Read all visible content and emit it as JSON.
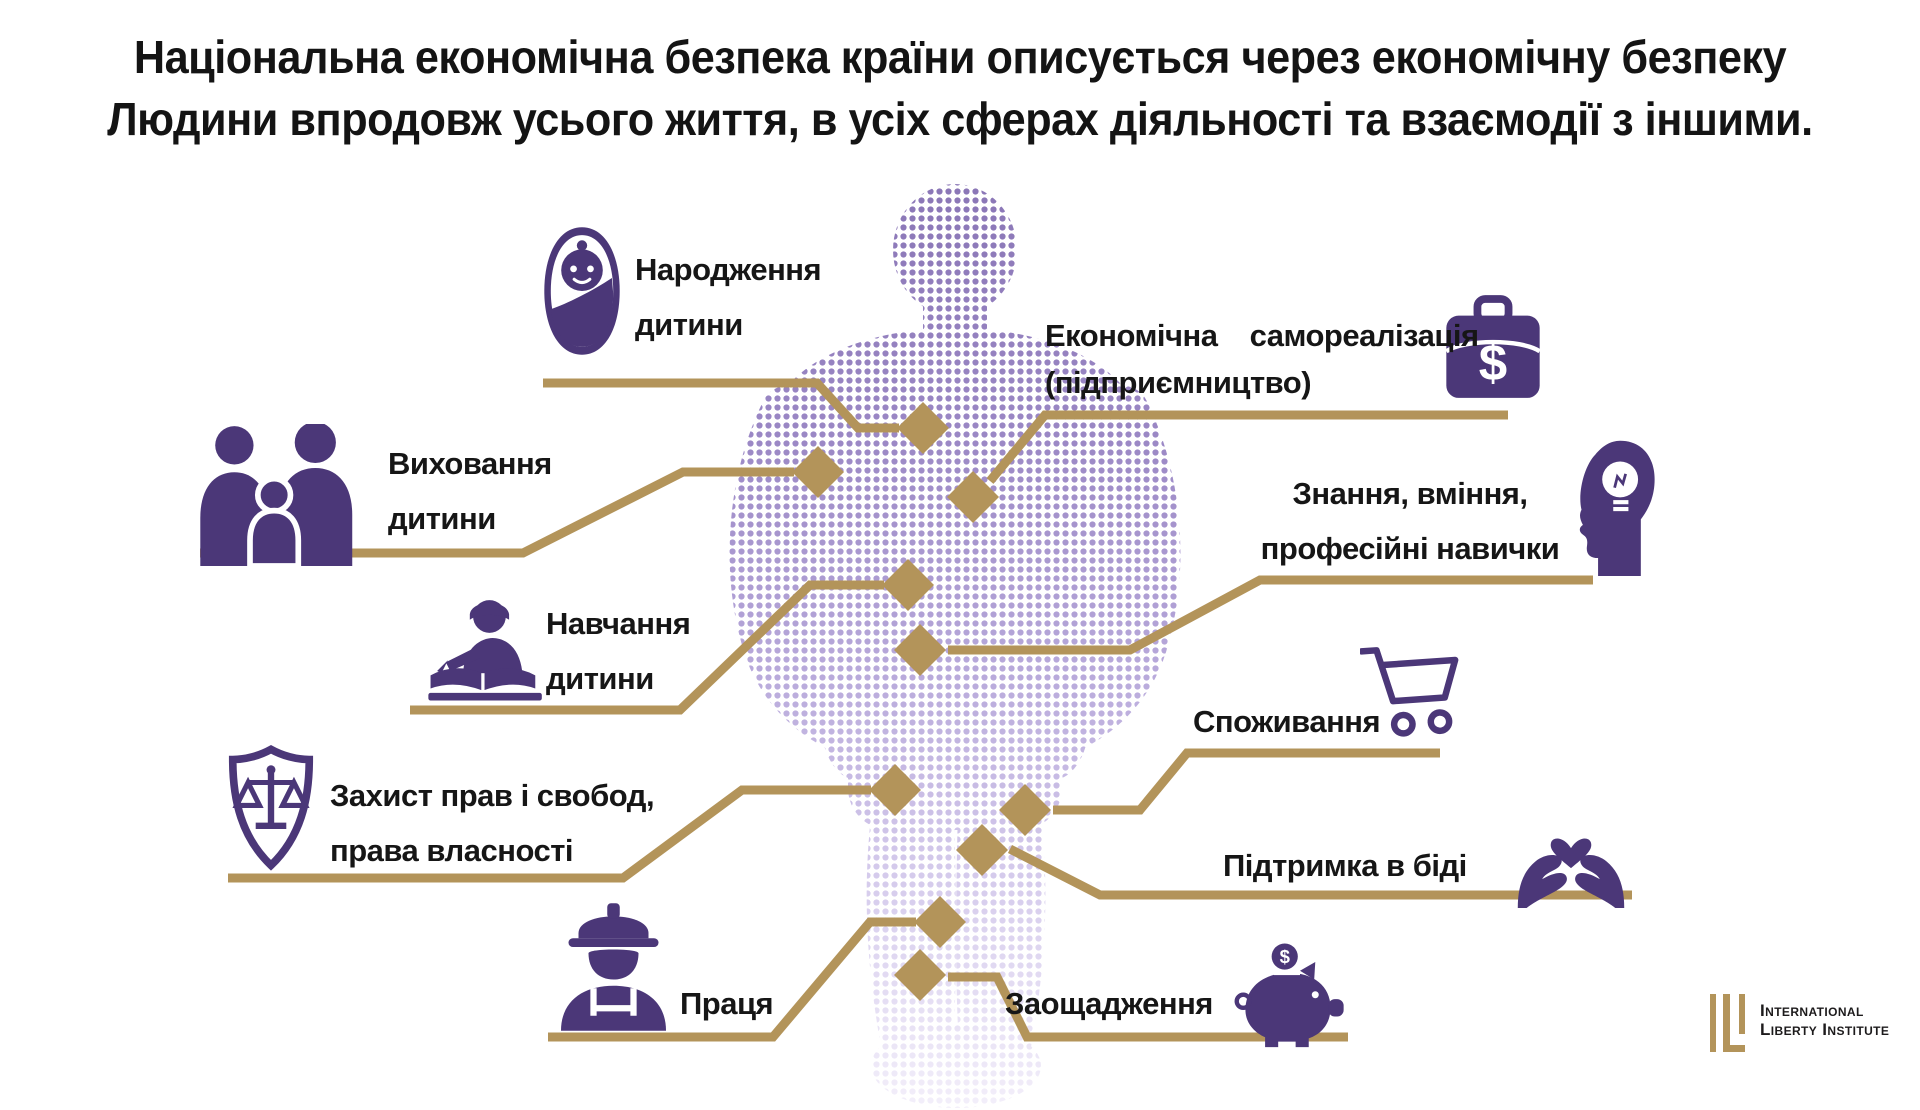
{
  "title": {
    "line1": "Національна економічна безпека країни описується через економічну безпеку",
    "line2": "Людини впродовж усього життя, в усіх сферах діяльності та взаємодії з іншими."
  },
  "items": [
    {
      "id": "narodzhennia",
      "icon": "baby-swaddle-icon",
      "lines": [
        "Народження",
        "дитини"
      ]
    },
    {
      "id": "vykhovannia",
      "icon": "family-icon",
      "lines": [
        "Виховання",
        "дитини"
      ]
    },
    {
      "id": "navchannia",
      "icon": "student-writing-icon",
      "lines": [
        "Навчання",
        "дитини"
      ]
    },
    {
      "id": "zakhyst",
      "icon": "shield-scales-icon",
      "lines": [
        "Захист прав і свобод,",
        "права власності"
      ]
    },
    {
      "id": "pratsia",
      "icon": "construction-worker-icon",
      "lines": [
        "Праця"
      ]
    },
    {
      "id": "ekonomichna",
      "icon": "briefcase-dollar-icon",
      "lines": [
        "Економічна самореалізація",
        "(підприємництво)"
      ]
    },
    {
      "id": "znannia",
      "icon": "head-lightbulb-icon",
      "lines": [
        "Знання, вміння,",
        "професійні навички"
      ]
    },
    {
      "id": "spozhyvannia",
      "icon": "shopping-cart-icon",
      "lines": [
        "Споживання"
      ]
    },
    {
      "id": "pidtrymka",
      "icon": "hands-heart-icon",
      "lines": [
        "Підтримка в біді"
      ]
    },
    {
      "id": "zaoshchadzhennia",
      "icon": "piggy-bank-icon",
      "lines": [
        "Заощадження"
      ]
    }
  ],
  "logo": {
    "line1": "International",
    "line2": "Liberty Institute"
  },
  "colors": {
    "background": "#ffffff",
    "title_text": "#141414",
    "label_text": "#161616",
    "icon_purple": "#4b3778",
    "connector_gold": "#b3945a",
    "silhouette_top": "#8a76b6",
    "silhouette_bottom": "#f3effa"
  }
}
